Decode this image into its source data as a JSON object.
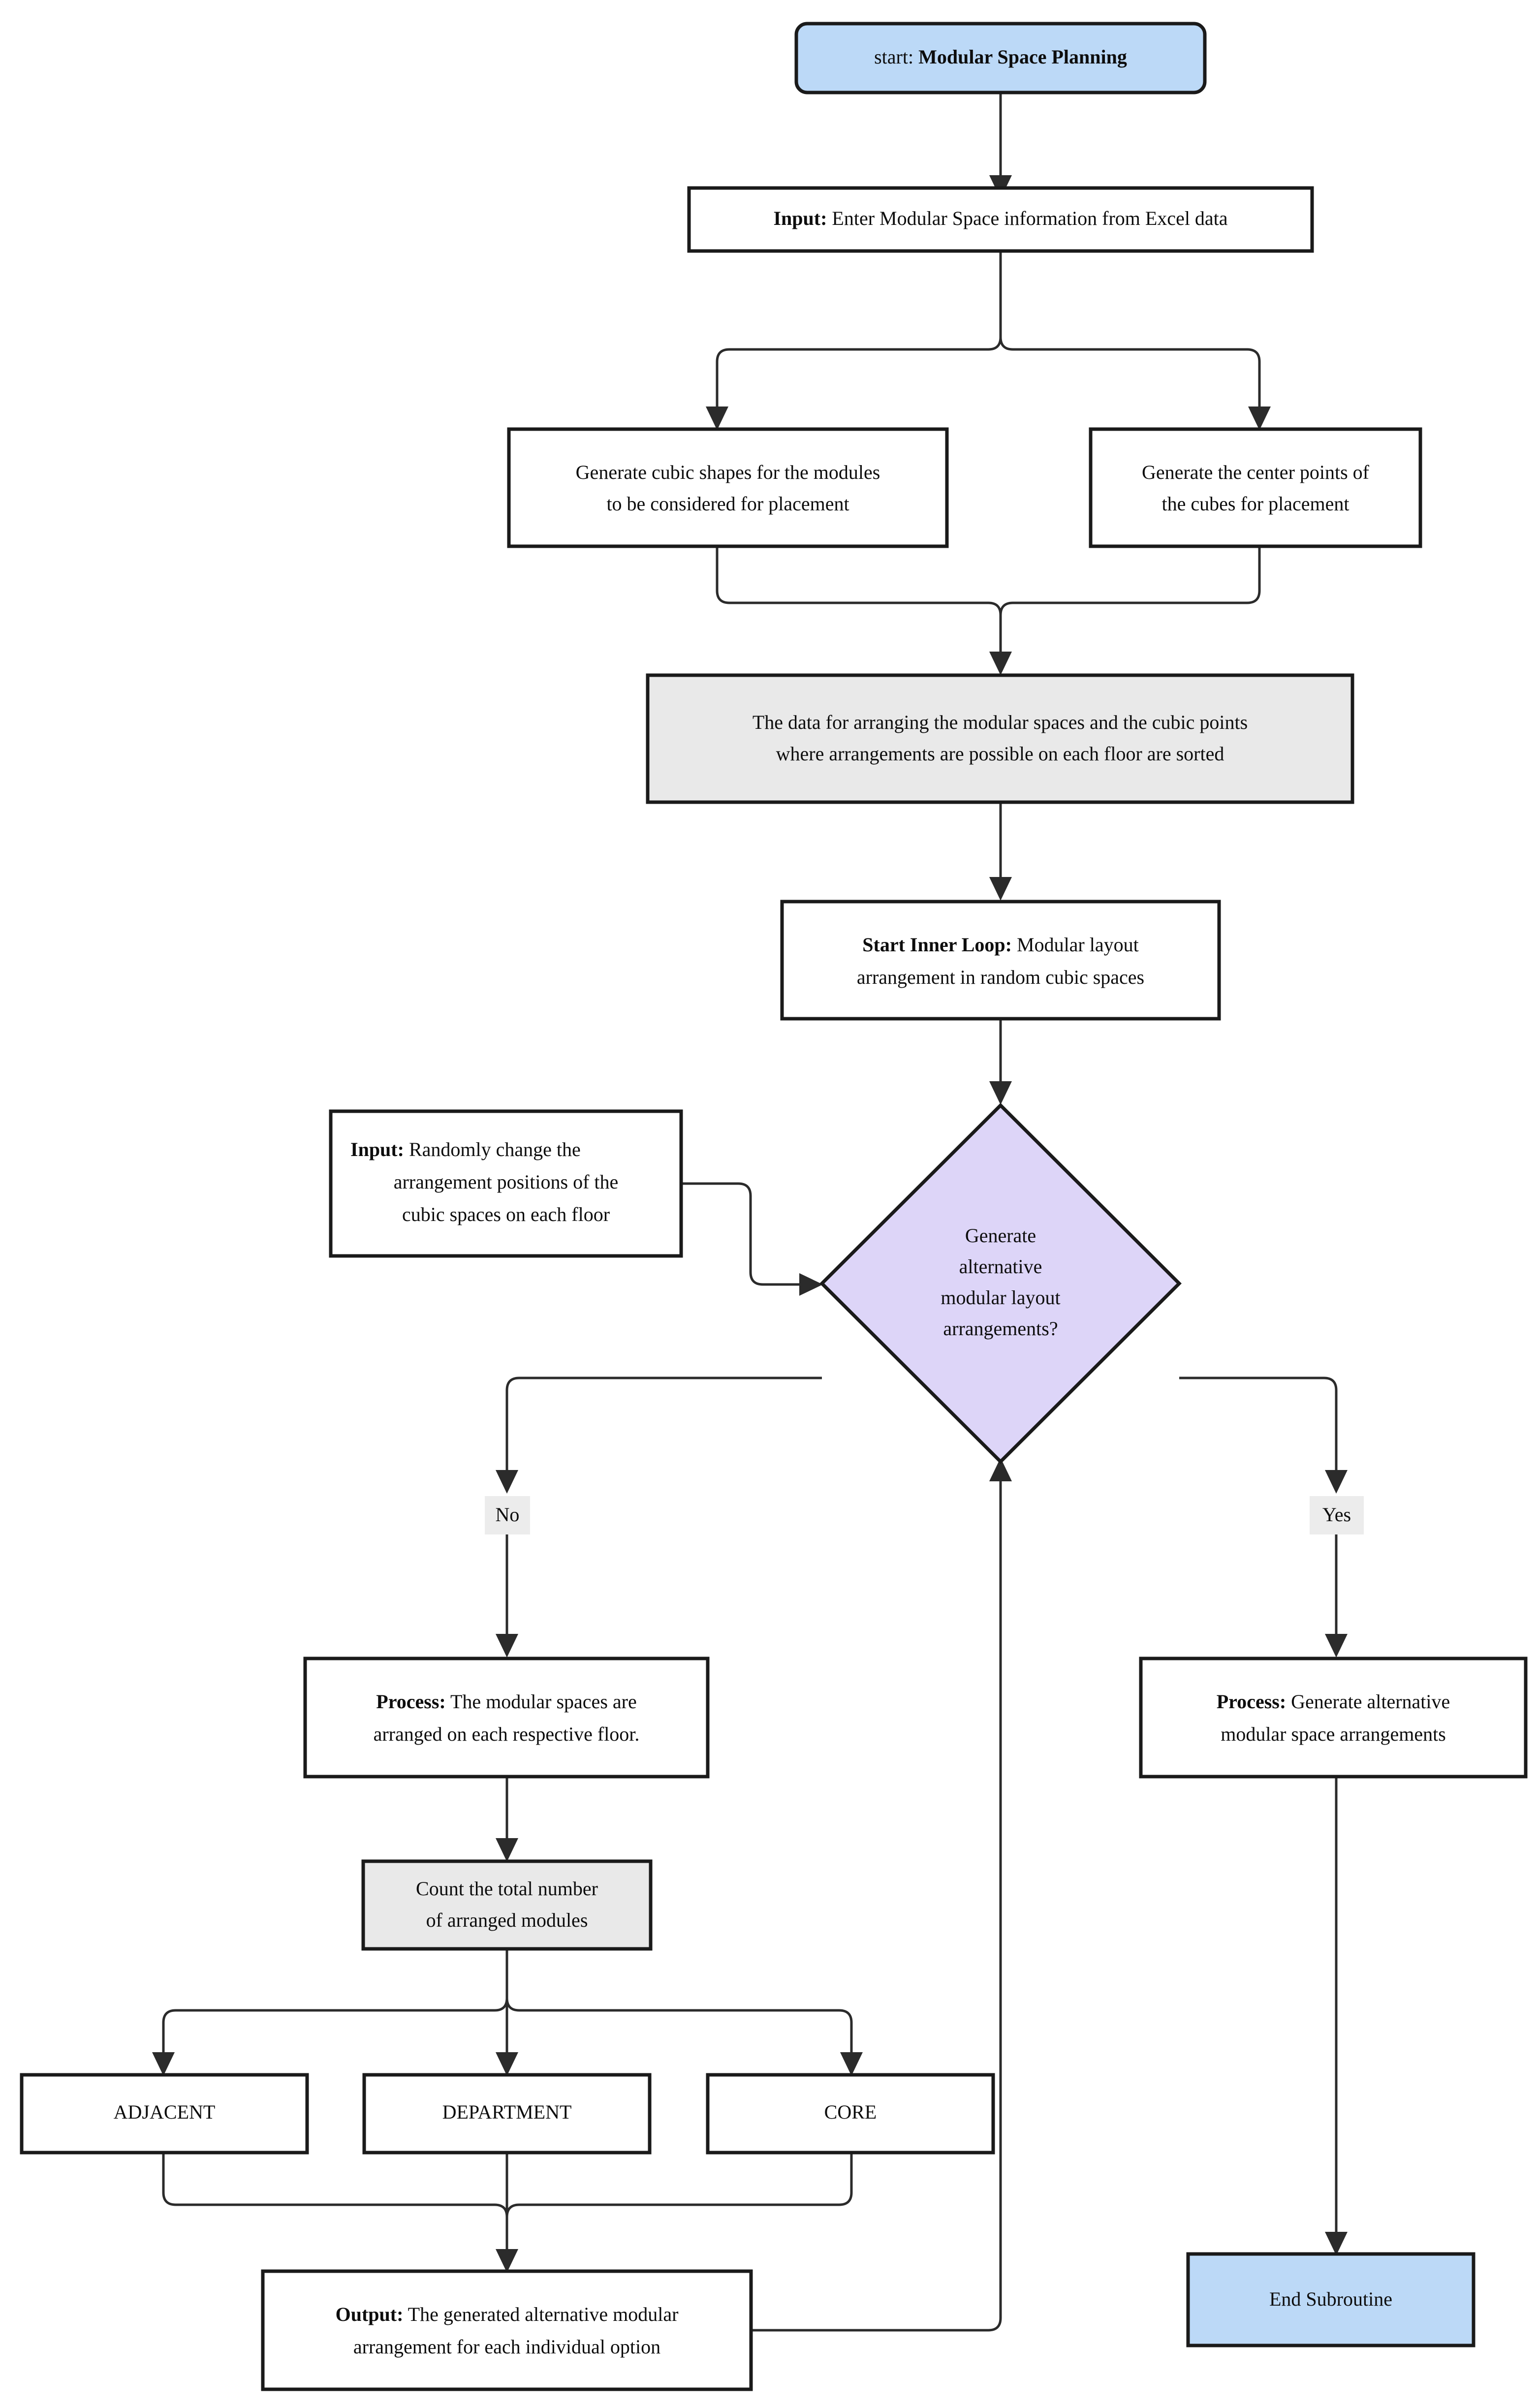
{
  "diagram": {
    "type": "flowchart",
    "title": "Modular Space Planning subroutine flowchart",
    "colors": {
      "terminal_fill": "#bcd9f7",
      "decision_fill": "#ddd5f8",
      "data_fill": "#e9e9e9",
      "process_fill": "#ffffff",
      "stroke": "#1a1a1a",
      "edge_stroke": "#2b2b2b",
      "edge_label_bg": "#ececec"
    },
    "nodes": {
      "start": {
        "shape": "stadium",
        "lead": "start:",
        "rest": " Modular Space Planning"
      },
      "input_excel": {
        "shape": "rect",
        "lead": "Input:",
        "rest": " Enter Modular Space information from Excel data"
      },
      "gen_cubes": {
        "shape": "rect",
        "line1": "Generate cubic shapes for the modules",
        "line2": "to be considered for placement"
      },
      "gen_centers": {
        "shape": "rect",
        "line1": "Generate the center points of",
        "line2": "the cubes for placement"
      },
      "sort_data": {
        "shape": "rect",
        "fill": "gray",
        "line1": "The data for arranging the modular spaces and the cubic points",
        "line2": "where arrangements are possible on each floor are sorted"
      },
      "start_inner_loop": {
        "shape": "rect",
        "lead": "Start Inner Loop:",
        "rest": " Modular layout",
        "line2": "arrangement in random cubic spaces"
      },
      "input_random": {
        "shape": "rect",
        "lead": "Input:",
        "rest": " Randomly change the",
        "line2": "arrangement positions of the",
        "line3": "cubic spaces on each floor"
      },
      "decision": {
        "shape": "diamond",
        "fill": "purple",
        "line1": "Generate",
        "line2": "alternative",
        "line3": "modular layout",
        "line4": "arrangements?"
      },
      "process_no": {
        "shape": "rect",
        "lead": "Process:",
        "rest": " The modular spaces are",
        "line2": "arranged on each respective floor."
      },
      "process_yes": {
        "shape": "rect",
        "lead": "Process:",
        "rest": " Generate alternative",
        "line2": "modular space arrangements"
      },
      "count_modules": {
        "shape": "rect",
        "fill": "gray",
        "line1": "Count the total number",
        "line2": "of arranged modules"
      },
      "adjacent": {
        "shape": "rect",
        "line1": "ADJACENT"
      },
      "department": {
        "shape": "rect",
        "line1": "DEPARTMENT"
      },
      "core": {
        "shape": "rect",
        "line1": "CORE"
      },
      "output": {
        "shape": "rect",
        "lead": "Output:",
        "rest": " The generated alternative modular",
        "line2": "arrangement for each individual option"
      },
      "end_subroutine": {
        "shape": "rect",
        "fill": "blue",
        "line1": "End Subroutine"
      }
    },
    "edge_labels": {
      "no": "No",
      "yes": "Yes"
    },
    "edges": [
      {
        "from": "start",
        "to": "input_excel",
        "label": ""
      },
      {
        "from": "input_excel",
        "to": "gen_cubes",
        "label": ""
      },
      {
        "from": "input_excel",
        "to": "gen_centers",
        "label": ""
      },
      {
        "from": "gen_cubes",
        "to": "sort_data",
        "label": ""
      },
      {
        "from": "gen_centers",
        "to": "sort_data",
        "label": ""
      },
      {
        "from": "sort_data",
        "to": "start_inner_loop",
        "label": ""
      },
      {
        "from": "start_inner_loop",
        "to": "decision",
        "label": ""
      },
      {
        "from": "input_random",
        "to": "decision",
        "label": ""
      },
      {
        "from": "decision",
        "to": "process_no",
        "label": "No"
      },
      {
        "from": "decision",
        "to": "process_yes",
        "label": "Yes"
      },
      {
        "from": "process_no",
        "to": "count_modules",
        "label": ""
      },
      {
        "from": "count_modules",
        "to": "adjacent",
        "label": ""
      },
      {
        "from": "count_modules",
        "to": "department",
        "label": ""
      },
      {
        "from": "count_modules",
        "to": "core",
        "label": ""
      },
      {
        "from": "adjacent",
        "to": "output",
        "label": ""
      },
      {
        "from": "department",
        "to": "output",
        "label": ""
      },
      {
        "from": "core",
        "to": "output",
        "label": ""
      },
      {
        "from": "output",
        "to": "decision",
        "label": ""
      },
      {
        "from": "process_yes",
        "to": "end_subroutine",
        "label": ""
      }
    ]
  }
}
